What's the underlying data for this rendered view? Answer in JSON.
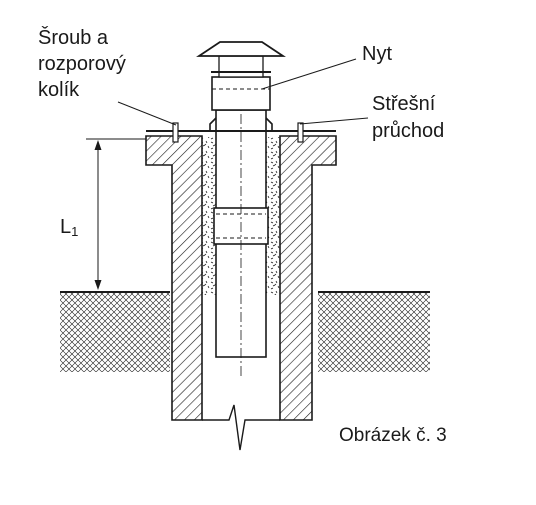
{
  "labels": {
    "screw": [
      "Šroub a",
      "rozporový",
      "kolík"
    ],
    "rivet": "Nyt",
    "roof_passage": [
      "Střešní",
      "průchod"
    ],
    "dimension": "L",
    "dimension_subscript": "1",
    "caption": "Obrázek č. 3"
  },
  "colors": {
    "ink": "#1a1a1a",
    "background": "#ffffff"
  }
}
